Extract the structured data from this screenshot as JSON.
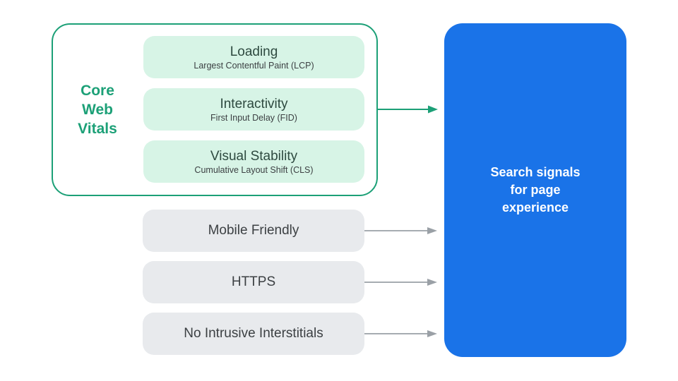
{
  "palette": {
    "background": "#ffffff",
    "green": "#1CA077",
    "mint": "#D7F4E6",
    "vitals_title": "#2E4A40",
    "text": "#3C4043",
    "gray_fill": "#E8EAED",
    "arrow_gray": "#9AA0A6",
    "blue": "#1A73E8",
    "white": "#ffffff"
  },
  "core_web_vitals": {
    "label": {
      "line1": "Core",
      "line2": "Web",
      "line3": "Vitals"
    },
    "vitals": [
      {
        "title": "Loading",
        "subtitle": "Largest Contentful Paint (LCP)"
      },
      {
        "title": "Interactivity",
        "subtitle": "First Input Delay (FID)"
      },
      {
        "title": "Visual Stability",
        "subtitle": "Cumulative Layout Shift (CLS)"
      }
    ]
  },
  "other_signals": [
    {
      "label": "Mobile Friendly"
    },
    {
      "label": "HTTPS"
    },
    {
      "label": "No Intrusive Interstitials"
    }
  ],
  "result": {
    "line1": "Search signals",
    "line2": "for page",
    "line3": "experience"
  },
  "icons": {
    "green_arrow": "right-arrow-icon",
    "gray_arrow": "right-arrow-icon"
  }
}
